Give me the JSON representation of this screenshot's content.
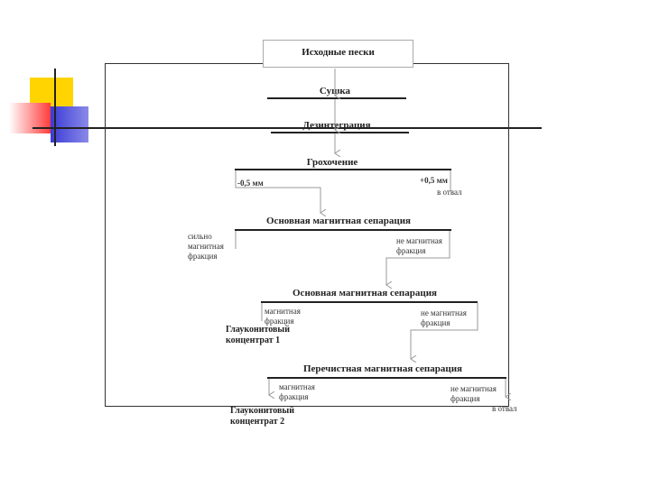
{
  "colors": {
    "accent_yellow": "#FFD400",
    "accent_red": "#FF3B3B",
    "accent_blue": "#3B3BD6",
    "line": "#222222",
    "arrow": "#999999"
  },
  "flow": {
    "source_title": "Исходные пески",
    "drying_title": "Сушка",
    "disintegration_title": "Дезинтеграция",
    "screening": {
      "title": "Грохочение",
      "minus_label": "-0,5 мм",
      "plus_label": "+0,5 мм",
      "plus_dest": "в отвал"
    },
    "main_sep_1": {
      "title": "Основная магнитная сепарация",
      "magnetic_label": "сильно\nмагнитная\nфракция",
      "nonmagnetic_label": "не магнитная\nфракция"
    },
    "main_sep_2": {
      "title": "Основная магнитная сепарация",
      "magnetic_label": "магнитная\nфракция",
      "nonmagnetic_label": "не магнитная\nфракция",
      "product": "Глауконитовый\nконцентрат 1"
    },
    "cleaner_sep": {
      "title": "Перечистная магнитная сепарация",
      "magnetic_label": "магнитная\nфракция",
      "nonmagnetic_label": "не магнитная\nфракция",
      "product": "Глауконитовый\nконцентрат 2",
      "nonmagnetic_dest": "в отвал"
    }
  }
}
